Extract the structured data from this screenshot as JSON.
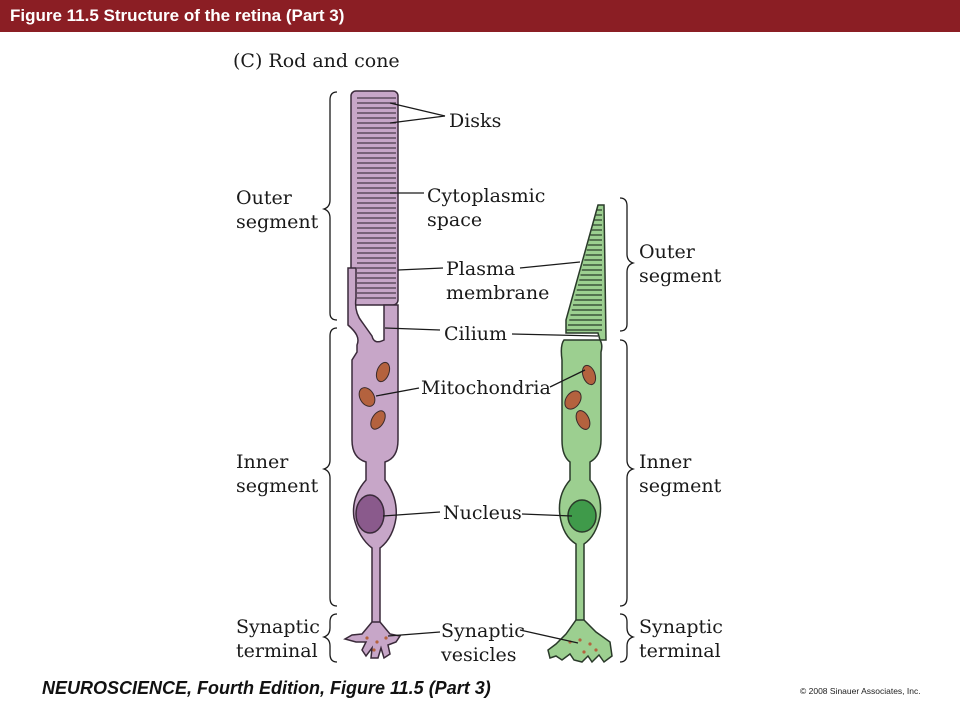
{
  "header": {
    "title": "Figure 11.5  Structure of the retina (Part 3)"
  },
  "figure": {
    "panel_label": "(C)  Rod and cone",
    "left_labels": {
      "outer_1": "Outer",
      "outer_2": "segment",
      "inner_1": "Inner",
      "inner_2": "segment",
      "synaptic_1": "Synaptic",
      "synaptic_2": "terminal"
    },
    "right_labels": {
      "outer_1": "Outer",
      "outer_2": "segment",
      "inner_1": "Inner",
      "inner_2": "segment",
      "synaptic_1": "Synaptic",
      "synaptic_2": "terminal"
    },
    "center_labels": {
      "disks": "Disks",
      "cytoplasmic_1": "Cytoplasmic",
      "cytoplasmic_2": "space",
      "plasma_1": "Plasma",
      "plasma_2": "membrane",
      "cilium": "Cilium",
      "mitochondria": "Mitochondria",
      "nucleus": "Nucleus",
      "vesicles_1": "Synaptic",
      "vesicles_2": "vesicles"
    },
    "colors": {
      "rod_fill": "#c7a6c8",
      "rod_nucleus": "#8a5a8c",
      "cone_fill": "#9ccf90",
      "cone_nucleus": "#3f9a4a",
      "mitochondria": "#b4623e",
      "title_bar": "#8b1e24"
    }
  },
  "footer": {
    "book": "NEUROSCIENCE, Fourth Edition, Figure 11.5 (Part 3)",
    "copyright": "© 2008 Sinauer Associates, Inc."
  }
}
